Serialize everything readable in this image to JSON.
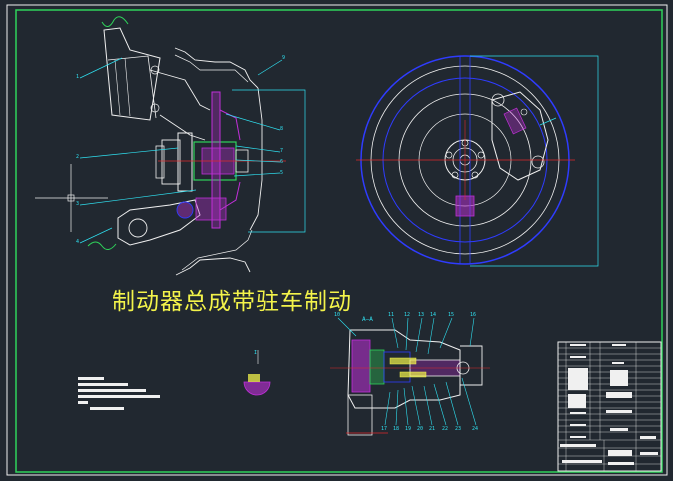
{
  "drawing": {
    "title": "制动器总成带驻车制动",
    "section_label": "A—A",
    "detail_label": "I",
    "colors": {
      "background": "#212830",
      "frame": "#f0f0f0",
      "accent_green": "#2fd35a",
      "outline_blue": "#2f3cff",
      "leader_cyan": "#2fe0f0",
      "hatch_magenta": "#c02fd8",
      "centerline_red": "#e02a2a",
      "title_yellow": "#f3f34a"
    },
    "part_numbers_left": [
      "1",
      "2",
      "3",
      "4",
      "5",
      "6",
      "7",
      "8",
      "9"
    ],
    "part_numbers_section": [
      "10",
      "11",
      "12",
      "13",
      "14",
      "15",
      "16",
      "17",
      "18",
      "19",
      "20",
      "21",
      "22",
      "23",
      "24"
    ]
  }
}
